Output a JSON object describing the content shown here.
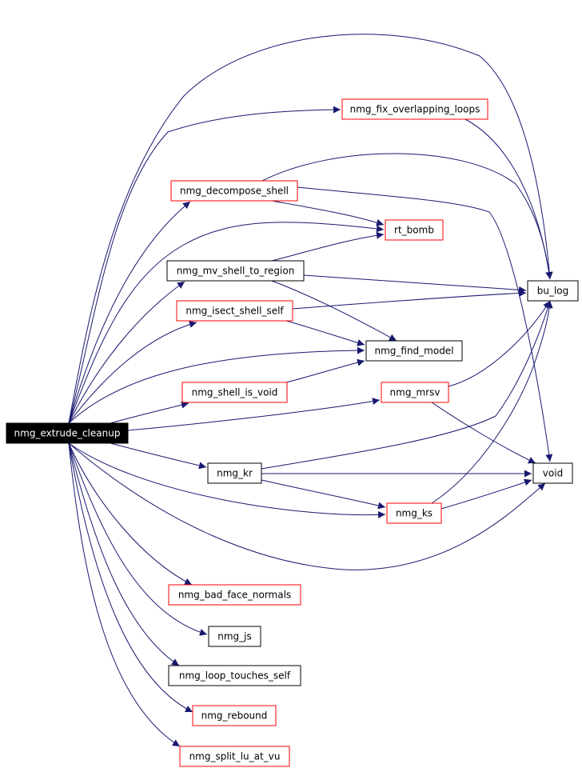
{
  "colors": {
    "edge": "#191970",
    "node_border_red": "#ff0000",
    "node_border_black": "#000000",
    "root_fill": "#000000",
    "root_text": "#ffffff",
    "node_fill": "#ffffff",
    "node_text": "#000000"
  },
  "nodes": {
    "extrude_cleanup": {
      "label": "nmg_extrude_cleanup",
      "border": "black",
      "root": true
    },
    "fix_overlapping_loops": {
      "label": "nmg_fix_overlapping_loops",
      "border": "red"
    },
    "decompose_shell": {
      "label": "nmg_decompose_shell",
      "border": "red"
    },
    "rt_bomb": {
      "label": "rt_bomb",
      "border": "red"
    },
    "mv_shell_to_region": {
      "label": "nmg_mv_shell_to_region",
      "border": "black"
    },
    "bu_log": {
      "label": "bu_log",
      "border": "black"
    },
    "isect_shell_self": {
      "label": "nmg_isect_shell_self",
      "border": "red"
    },
    "find_model": {
      "label": "nmg_find_model",
      "border": "black"
    },
    "shell_is_void": {
      "label": "nmg_shell_is_void",
      "border": "red"
    },
    "mrsv": {
      "label": "nmg_mrsv",
      "border": "red"
    },
    "kr": {
      "label": "nmg_kr",
      "border": "black"
    },
    "void": {
      "label": "void",
      "border": "black"
    },
    "ks": {
      "label": "nmg_ks",
      "border": "red"
    },
    "bad_face_normals": {
      "label": "nmg_bad_face_normals",
      "border": "red"
    },
    "js": {
      "label": "nmg_js",
      "border": "black"
    },
    "loop_touches_self": {
      "label": "nmg_loop_touches_self",
      "border": "black"
    },
    "rebound": {
      "label": "nmg_rebound",
      "border": "red"
    },
    "split_lu_at_vu": {
      "label": "nmg_split_lu_at_vu",
      "border": "red"
    }
  },
  "edges": [
    [
      "extrude_cleanup",
      "fix_overlapping_loops"
    ],
    [
      "extrude_cleanup",
      "decompose_shell"
    ],
    [
      "extrude_cleanup",
      "rt_bomb"
    ],
    [
      "extrude_cleanup",
      "mv_shell_to_region"
    ],
    [
      "extrude_cleanup",
      "bu_log"
    ],
    [
      "extrude_cleanup",
      "isect_shell_self"
    ],
    [
      "extrude_cleanup",
      "find_model"
    ],
    [
      "extrude_cleanup",
      "shell_is_void"
    ],
    [
      "extrude_cleanup",
      "mrsv"
    ],
    [
      "extrude_cleanup",
      "kr"
    ],
    [
      "extrude_cleanup",
      "ks"
    ],
    [
      "extrude_cleanup",
      "void"
    ],
    [
      "extrude_cleanup",
      "bad_face_normals"
    ],
    [
      "extrude_cleanup",
      "js"
    ],
    [
      "extrude_cleanup",
      "loop_touches_self"
    ],
    [
      "extrude_cleanup",
      "rebound"
    ],
    [
      "extrude_cleanup",
      "split_lu_at_vu"
    ],
    [
      "fix_overlapping_loops",
      "bu_log"
    ],
    [
      "decompose_shell",
      "bu_log"
    ],
    [
      "decompose_shell",
      "rt_bomb"
    ],
    [
      "decompose_shell",
      "void"
    ],
    [
      "mv_shell_to_region",
      "rt_bomb"
    ],
    [
      "mv_shell_to_region",
      "bu_log"
    ],
    [
      "mv_shell_to_region",
      "find_model"
    ],
    [
      "isect_shell_self",
      "bu_log"
    ],
    [
      "isect_shell_self",
      "find_model"
    ],
    [
      "shell_is_void",
      "find_model"
    ],
    [
      "mrsv",
      "bu_log"
    ],
    [
      "mrsv",
      "void"
    ],
    [
      "kr",
      "bu_log"
    ],
    [
      "kr",
      "void"
    ],
    [
      "kr",
      "ks"
    ],
    [
      "ks",
      "bu_log"
    ],
    [
      "ks",
      "void"
    ]
  ]
}
